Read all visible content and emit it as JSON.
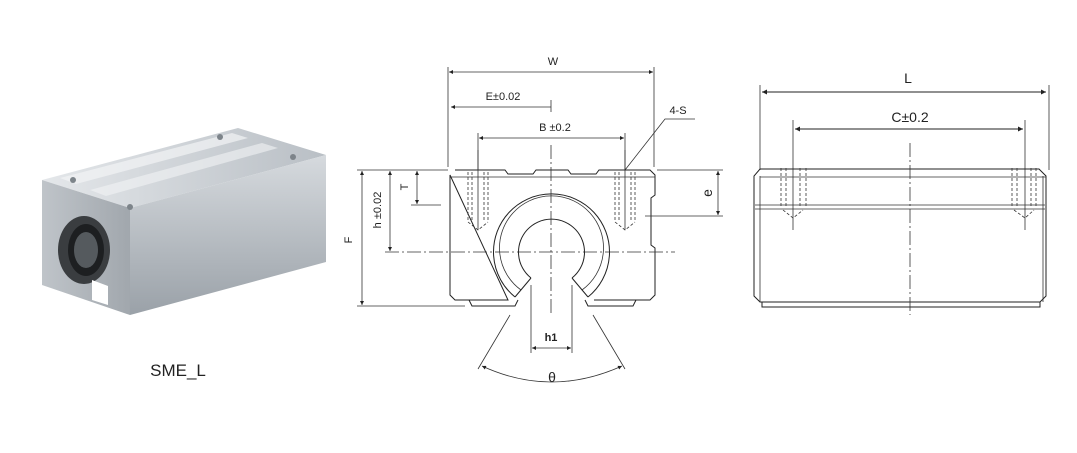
{
  "product": {
    "caption": "SME_L"
  },
  "front_view": {
    "labels": {
      "W": "W",
      "E": "E±0.02",
      "B": "B ±0.2",
      "S": "4-S",
      "T": "T",
      "h": "h ±0.02",
      "F": "F",
      "e": "e",
      "h1": "h1",
      "theta": "θ"
    }
  },
  "side_view": {
    "labels": {
      "L": "L",
      "C": "C±0.2"
    }
  },
  "colors": {
    "line": "#222222",
    "metal_light": "#c9ced4",
    "metal_dark": "#8c939b"
  }
}
